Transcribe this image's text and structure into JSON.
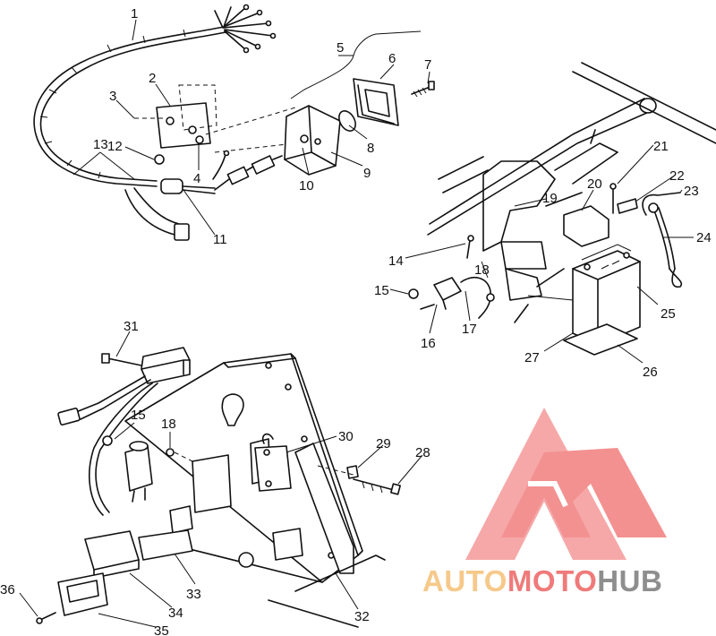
{
  "diagram": {
    "callouts": [
      "1",
      "2",
      "3",
      "4",
      "5",
      "6",
      "7",
      "8",
      "9",
      "10",
      "11",
      "12",
      "13",
      "14",
      "15",
      "16",
      "17",
      "18",
      "19",
      "20",
      "21",
      "22",
      "23",
      "24",
      "25",
      "26",
      "27",
      "28",
      "29",
      "30",
      "31",
      "15",
      "18",
      "32",
      "33",
      "34",
      "35",
      "36"
    ]
  },
  "watermark": {
    "text_part1": "AUTO",
    "text_part2": "MOTO",
    "text_part3": "HUB",
    "colors": {
      "gold": "#f6c98a",
      "red": "#f07a7a",
      "gray": "#8e8e8e"
    }
  }
}
